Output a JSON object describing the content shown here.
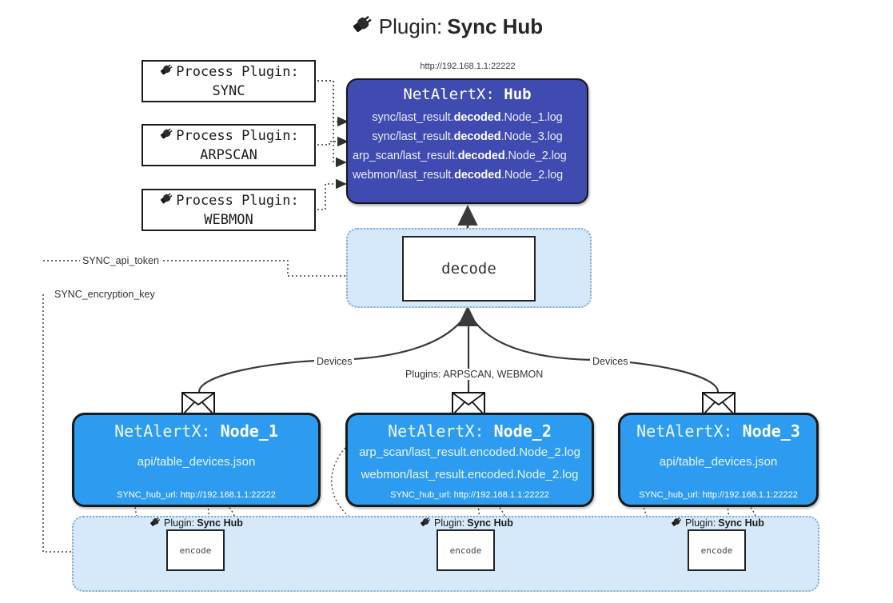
{
  "title": {
    "icon": "plug-icon",
    "prefix": "Plugin:",
    "name": "Sync Hub"
  },
  "hub_url_label": "http://192.168.1.1:22222",
  "process_plugins": [
    {
      "icon": "plug-icon",
      "caption": "Process Plugin:",
      "name": "SYNC"
    },
    {
      "icon": "plug-icon",
      "caption": "Process Plugin:",
      "name": "ARPSCAN"
    },
    {
      "icon": "plug-icon",
      "caption": "Process Plugin:",
      "name": "WEBMON"
    }
  ],
  "hub": {
    "title_prefix": "NetAlertX:",
    "title_name": "Hub",
    "color": "#3f4bb0",
    "lines": [
      {
        "pre": "sync/last_result.",
        "mid": "decoded",
        "post": ".Node_1.log",
        "center": true
      },
      {
        "pre": "sync/last_result.",
        "mid": "decoded",
        "post": ".Node_3.log",
        "center": true
      },
      {
        "pre": "arp_scan/last_result.",
        "mid": "decoded",
        "post": ".Node_2.log",
        "center": false
      },
      {
        "pre": "webmon/last_result.",
        "mid": "decoded",
        "post": ".Node_2.log",
        "center": false
      }
    ]
  },
  "decode": {
    "label": "decode",
    "band_color": "#d6e9fb"
  },
  "edge_labels": {
    "devices_left": "Devices",
    "devices_right": "Devices",
    "plugins_center": "Plugins: ARPSCAN, WEBMON",
    "api_token": "SYNC_api_token",
    "encryption_key": "SYNC_encryption_key"
  },
  "nodes": [
    {
      "title_prefix": "NetAlertX:",
      "title_name": "Node_1",
      "color": "#2d9cf0",
      "icon": "envelope-icon",
      "lines": [
        {
          "pre": "api/table_devices.json",
          "mid": "",
          "post": ""
        }
      ],
      "footer": "SYNC_hub_url: http://192.168.1.1:22222"
    },
    {
      "title_prefix": "NetAlertX:",
      "title_name": "Node_2",
      "color": "#2d9cf0",
      "icon": "envelope-icon",
      "lines": [
        {
          "pre": "arp_scan/last_result.encoded.Node_2.log",
          "mid": "",
          "post": ""
        },
        {
          "pre": "webmon/last_result.encoded.Node_2.log",
          "mid": "",
          "post": ""
        }
      ],
      "footer": "SYNC_hub_url: http://192.168.1.1:22222"
    },
    {
      "title_prefix": "NetAlertX:",
      "title_name": "Node_3",
      "color": "#2d9cf0",
      "icon": "envelope-icon",
      "lines": [
        {
          "pre": "api/table_devices.json",
          "mid": "",
          "post": ""
        }
      ],
      "footer": "SYNC_hub_url: http://192.168.1.1:22222"
    }
  ],
  "encode_band": {
    "band_color": "#d6e9fb",
    "items": [
      {
        "icon": "plug-icon",
        "prefix": "Plugin:",
        "name": "Sync Hub",
        "box_label": "encode"
      },
      {
        "icon": "plug-icon",
        "prefix": "Plugin:",
        "name": "Sync Hub",
        "box_label": "encode"
      },
      {
        "icon": "plug-icon",
        "prefix": "Plugin:",
        "name": "Sync Hub",
        "box_label": "encode"
      }
    ]
  }
}
